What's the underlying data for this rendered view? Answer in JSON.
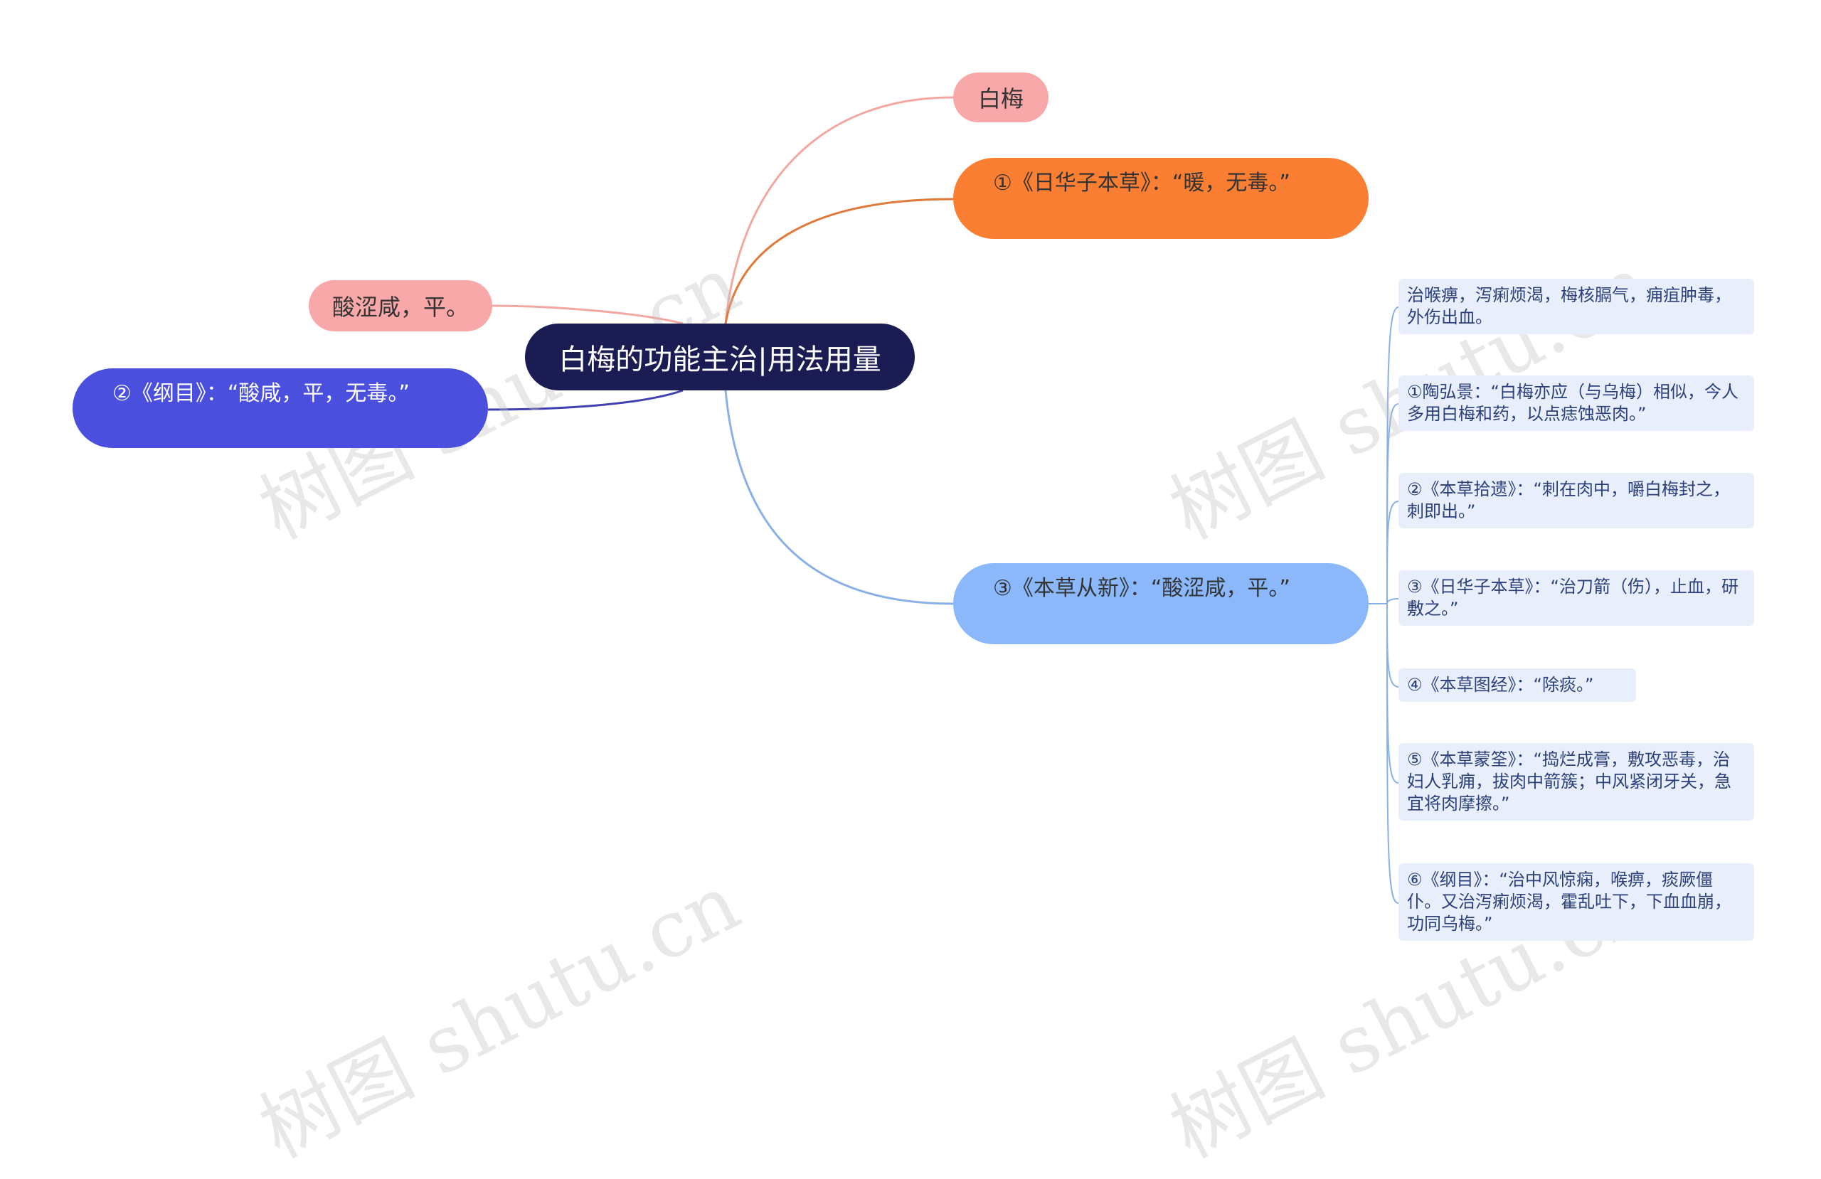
{
  "root": "白梅的功能主治|用法用量",
  "branches": {
    "baimei": "白梅",
    "rihua": "①《日华子本草》：“暖，无毒。”",
    "suanse": "酸涩咸，平。",
    "gangmu": "②《纲目》：“酸咸，平，无毒。”",
    "benchao": "③《本草从新》：“酸涩咸，平。”"
  },
  "leaves": [
    "治喉痹，泻痢烦渴，梅核膈气，痈疽肿毒，外伤出血。",
    "①陶弘景：“白梅亦应（与乌梅）相似，今人多用白梅和药，以点痣蚀恶肉。”",
    "②《本草拾遗》：“刺在肉中，嚼白梅封之，刺即出。”",
    "③《日华子本草》：“治刀箭（伤），止血，研敷之。”",
    "④《本草图经》：“除痰。”",
    "⑤《本草蒙筌》：“捣烂成膏，敷攻恶毒，治妇人乳痈，拔肉中箭簇；中风紧闭牙关，急宜将肉摩擦。”",
    "⑥《纲目》：“治中风惊痫，喉痹，痰厥僵仆。又治泻痢烦渴，霍乱吐下，下血血崩，功同乌梅。”"
  ],
  "watermark": "树图 shutu.cn",
  "colors": {
    "root": "#1c1c55",
    "pink": "#f8a8a8",
    "orange": "#fb7f33",
    "indigo": "#4a4fde",
    "lightblue": "#8ab8fb",
    "leaf_bg": "#e8effb"
  }
}
